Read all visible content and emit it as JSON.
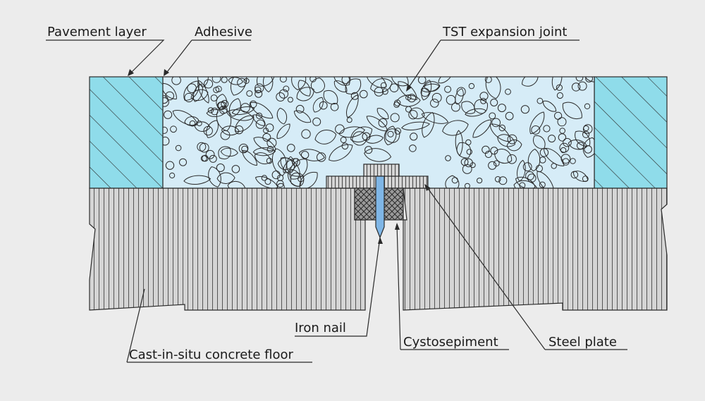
{
  "labels": {
    "pavement": "Pavement layer",
    "adhesive": "Adhesive",
    "joint": "TST expansion joint",
    "nail": "Iron nail",
    "cysto": "Cystosepiment",
    "plate": "Steel plate",
    "floor": "Cast-in-situ concrete floor"
  },
  "colors": {
    "background": "#ececec",
    "pavement_fill": "#8fdcea",
    "joint_fill": "#d6ecf7",
    "concrete_fill": "#d5d5d5",
    "nail_fill": "#7fb6e6",
    "line": "#2a2a2a"
  }
}
